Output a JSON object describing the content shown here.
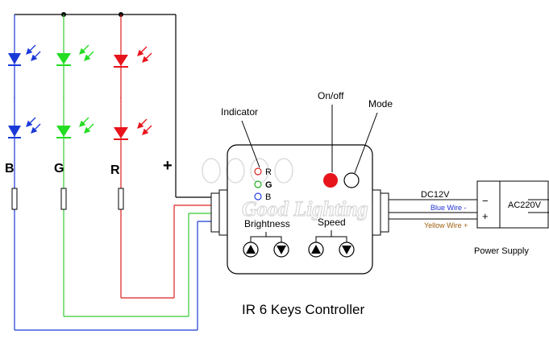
{
  "title": "IR 6 Keys Controller",
  "controller": {
    "indicator_label": "Indicator",
    "onoff_label": "On/off",
    "mode_label": "Mode",
    "indicator_leds": [
      {
        "label": "R",
        "color": "#e02020"
      },
      {
        "label": "G",
        "color": "#20b020"
      },
      {
        "label": "B",
        "color": "#2040e0"
      }
    ],
    "brightness_label": "Brightness",
    "speed_label": "Speed",
    "onoff_button_color": "#e8141b"
  },
  "channels": [
    {
      "label": "B",
      "color": "#1a3ad8",
      "wire_color": "#1a3ad8"
    },
    {
      "label": "G",
      "color": "#22dd22",
      "wire_color": "#33cc33"
    },
    {
      "label": "R",
      "color": "#e8141b",
      "wire_color": "#e02020"
    }
  ],
  "plus_label": "+",
  "power": {
    "dc_label": "DC12V",
    "blue_wire_label": "Blue Wire -",
    "yellow_wire_label": "Yellow Wire +",
    "minus_symbol": "−",
    "plus_symbol": "+",
    "ac_label": "AC220V",
    "supply_label": "Power Supply",
    "blue_label_color": "#2030d0",
    "yellow_label_color": "#a06010"
  },
  "watermark": "Good Lighting"
}
